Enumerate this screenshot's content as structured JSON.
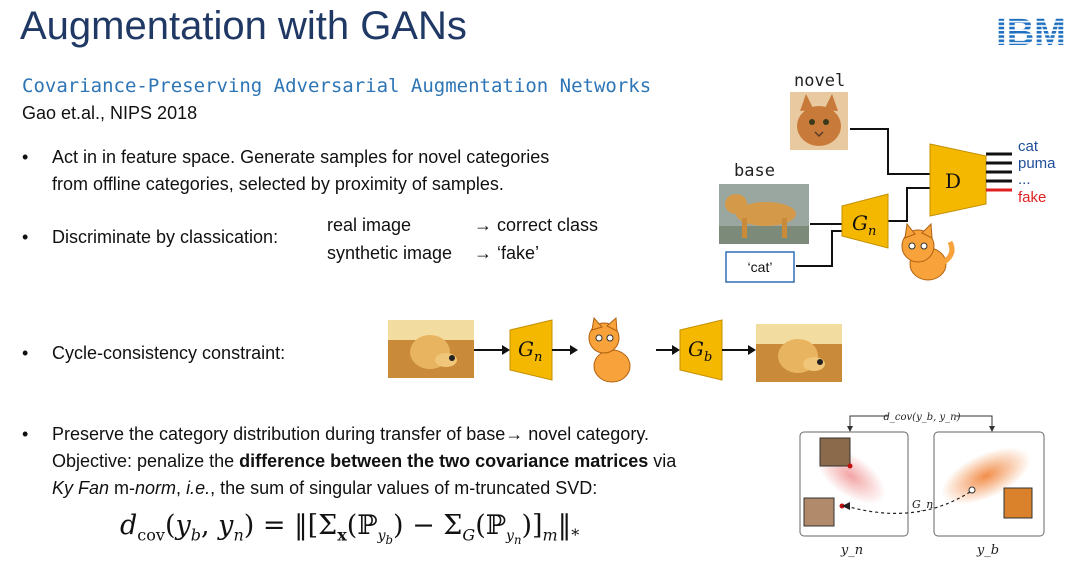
{
  "title": "Augmentation with GANs",
  "logo": "IBM",
  "subtitle": "Covariance-Preserving Adversarial Augmentation Networks",
  "citation": "Gao et.al., NIPS 2018",
  "bullets": {
    "b1": {
      "line1": "Act in in feature space. Generate samples for novel categories",
      "line2": "from offline categories, selected by proximity of samples."
    },
    "b2": {
      "text": "Discriminate by classication:",
      "real": "real image",
      "real_arrow": "→ correct class",
      "synthetic": "synthetic image",
      "synthetic_arrow": "→ ‘fake’"
    },
    "b3": {
      "text": "Cycle-consistency constraint:"
    },
    "b4": {
      "line1": "Preserve the category distribution during transfer of base→ novel category.",
      "line2_prefix": "Objective: penalize the ",
      "line2_bold": "difference between the two covariance matrices",
      "line2_suffix": " via",
      "line3_italic1": "Ky Fan",
      "line3_m": " m-",
      "line3_italic2": "norm",
      "line3_mid": ", ",
      "line3_ie": "i.e.",
      "line3_suffix": ", the sum of singular values of m-truncated SVD:"
    }
  },
  "formula": "d_cov(y_b, y_n) = ‖[Σ_x(P_yb) − Σ_G(P_yn)]_m‖_*",
  "diagram_gan": {
    "novel_label": "novel",
    "base_label": "base",
    "cat_box": "‘cat’",
    "generator": "G",
    "generator_sub": "n",
    "discriminator": "D",
    "outputs": [
      "cat",
      "puma",
      "...",
      "fake"
    ],
    "colors": {
      "gold": "#f5b800",
      "blue": "#1f4e9a",
      "red": "#e02020"
    }
  },
  "diagram_cycle": {
    "gn": "G",
    "gn_sub": "n",
    "gb": "G",
    "gb_sub": "b"
  },
  "diagram_cov": {
    "top_label": "d_cov(y_b, y_n)",
    "gn_label": "G_n",
    "left_axis": "y_n",
    "right_axis": "y_b"
  }
}
